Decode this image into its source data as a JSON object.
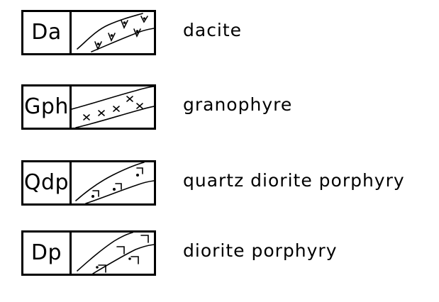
{
  "legend": {
    "items": [
      {
        "code": "Da",
        "name": "dacite",
        "pattern": "dacite-symbols"
      },
      {
        "code": "Gph",
        "name": "granophyre",
        "pattern": "cross-symbols"
      },
      {
        "code": "Qdp",
        "name": "quartz diorite porphyry",
        "pattern": "dotted-hook-symbols"
      },
      {
        "code": "Dp",
        "name": "diorite porphyry",
        "pattern": "hook-symbols"
      }
    ]
  }
}
